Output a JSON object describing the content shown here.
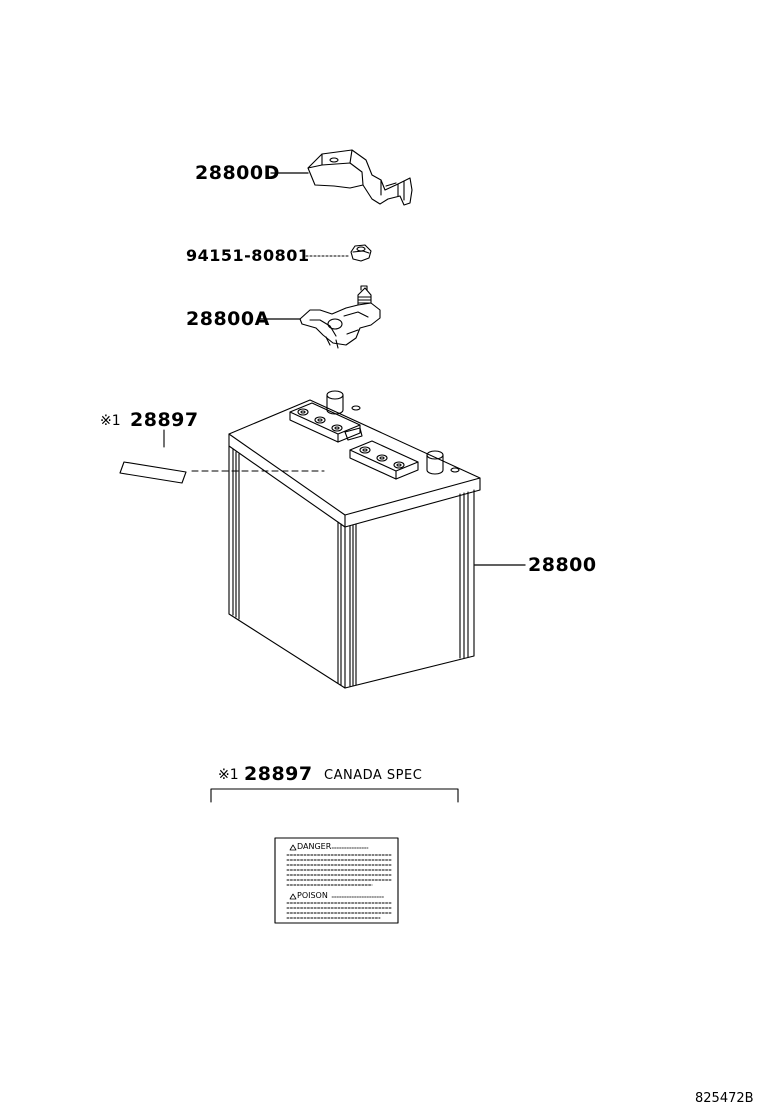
{
  "parts": {
    "terminal_cover": "28800D",
    "nut": "94151-80801",
    "terminal_clamp": "28800A",
    "battery": "28800",
    "label_item": {
      "mark": "※1",
      "number": "28897"
    }
  },
  "detail": {
    "mark": "※1",
    "number": "28897",
    "spec": "CANADA SPEC",
    "label_card": {
      "warning_1": "DANGER",
      "warning_2": "POISON"
    }
  },
  "figure_number": "825472B"
}
